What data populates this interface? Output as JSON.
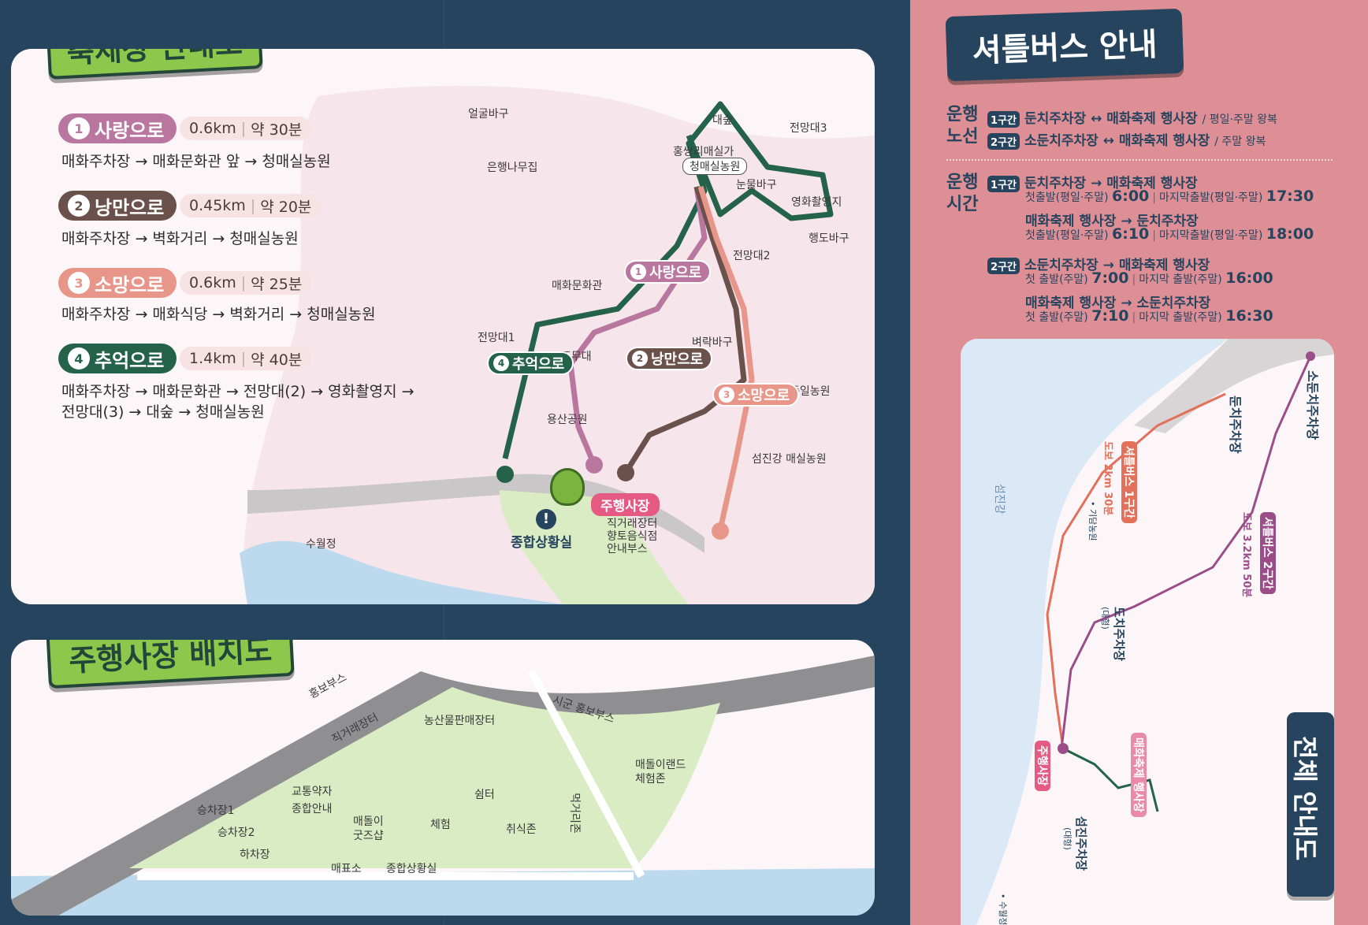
{
  "festival_map": {
    "title": "축제장 안내도",
    "routes": [
      {
        "num": "1",
        "name": "사랑으로",
        "distance": "0.6km",
        "time": "약 30분",
        "path": "매화주차장 → 매화문화관 앞  → 청매실농원",
        "color": "#b9779f"
      },
      {
        "num": "2",
        "name": "낭만으로",
        "distance": "0.45km",
        "time": "약 20분",
        "path": "매화주차장 → 벽화거리 → 청매실농원",
        "color": "#6b514b"
      },
      {
        "num": "3",
        "name": "소망으로",
        "distance": "0.6km",
        "time": "약 25분",
        "path": "매화주차장 → 매화식당 → 벽화거리 → 청매실농원",
        "color": "#e8968a"
      },
      {
        "num": "4",
        "name": "추억으로",
        "distance": "1.4km",
        "time": "약 40분",
        "path_line1": "매화주차장 → 매화문화관 → 전망대(2) → 영화촬영지 →",
        "path_line2": "전망대(3) → 대숲 → 청매실농원",
        "color": "#24634a"
      }
    ],
    "labels": {
      "eolgul": "얼굴바구",
      "eunhaeng": "은행나무집",
      "daesup": "대숲",
      "hongssangri": "홍쌍리매실가",
      "cheongmae": "청매실농원",
      "jeonmang3": "전망대3",
      "nunmul": "눈물바구",
      "yeonghwa": "영화촬영지",
      "haengdo": "행도바구",
      "jeonmang2": "전망대2",
      "maehwa_munhwa": "매화문화관",
      "jeonmang1": "전망대1",
      "jumudae": "주무대",
      "byeorak": "벼락바구",
      "jongil": "종일농원",
      "yongsan": "용산공원",
      "seomjin_farm": "섬진강 매실농원",
      "suwoljeong": "수월정",
      "main_venue": "주행사장",
      "main_sub1": "직거래장터",
      "main_sub2": "향토음식점",
      "main_sub3": "안내부스",
      "control": "종합상황실"
    }
  },
  "venue_layout": {
    "title": "주행사장 배치도",
    "labels": {
      "hongbo": "홍보부스",
      "jikgeorae": "직거래장터",
      "nongsan": "농산물판매장터",
      "sigun": "시군 홍보부스",
      "land": "매돌이랜드",
      "land2": "체험존",
      "traffic": "교통약자",
      "info": "종합안내",
      "goods1": "매돌이",
      "goods2": "굿즈샵",
      "rest": "쉼터",
      "exp": "체험",
      "eat": "취식존",
      "food": "먹거리존",
      "board1": "승차장1",
      "board2": "승차장2",
      "drop": "하차장",
      "ticket": "매표소",
      "control": "종합상황실"
    }
  },
  "shuttle": {
    "title": "셔틀버스 안내",
    "route_label_1": "운행",
    "route_label_2": "노선",
    "routes": [
      {
        "seg": "1구간",
        "text": "둔치주차장 ↔ 매화축제 행사장",
        "note": "/ 평일·주말 왕복"
      },
      {
        "seg": "2구간",
        "text": "소둔치주차장 ↔ 매화축제 행사장",
        "note": "/ 주말 왕복"
      }
    ],
    "time_label_1": "운행",
    "time_label_2": "시간",
    "times": {
      "s1": "1구간",
      "s1a_title": "둔치주차장 → 매화축제 행사장",
      "s1a_first_label": "첫출발(평일·주말)",
      "s1a_first": "6:00",
      "s1a_last_label": "마지막출발(평일·주말)",
      "s1a_last": "17:30",
      "s1b_title": "매화축제 행사장 → 둔치주차장",
      "s1b_first_label": "첫출발(평일·주말)",
      "s1b_first": "6:10",
      "s1b_last_label": "마지막출발(평일·주말)",
      "s1b_last": "18:00",
      "s2": "2구간",
      "s2a_title": "소둔치주차장 → 매화축제 행사장",
      "s2a_first_label": "첫 출발(주말)",
      "s2a_first": "7:00",
      "s2a_last_label": "마지막 출발(주말)",
      "s2a_last": "16:00",
      "s2b_title": "매화축제 행사장 → 소둔치주차장",
      "s2b_first_label": "첫 출발(주말)",
      "s2b_first": "7:10",
      "s2b_last_label": "마지막 출발(주말)",
      "s2b_last": "16:30"
    },
    "overview": {
      "title": "전체 안내도",
      "river": "섬진강",
      "sodunchi": "소둔치주차장",
      "dunchi": "둔치주차장",
      "shuttle1": "셔틀버스 1구간",
      "shuttle1_sub": "도보 2km 30분",
      "shuttle2": "셔틀버스 2구간",
      "shuttle2_sub": "도보 3.2km 50분",
      "gidam": "• 기담농원",
      "dunchi2": "도치주차장",
      "dunchi2_sub": "(대형)",
      "main": "주행사장",
      "festival": "매화축제 행사장",
      "seomjin": "섬진주차장",
      "seomjin_sub": "(대형)",
      "suwol": "• 수월정"
    }
  }
}
